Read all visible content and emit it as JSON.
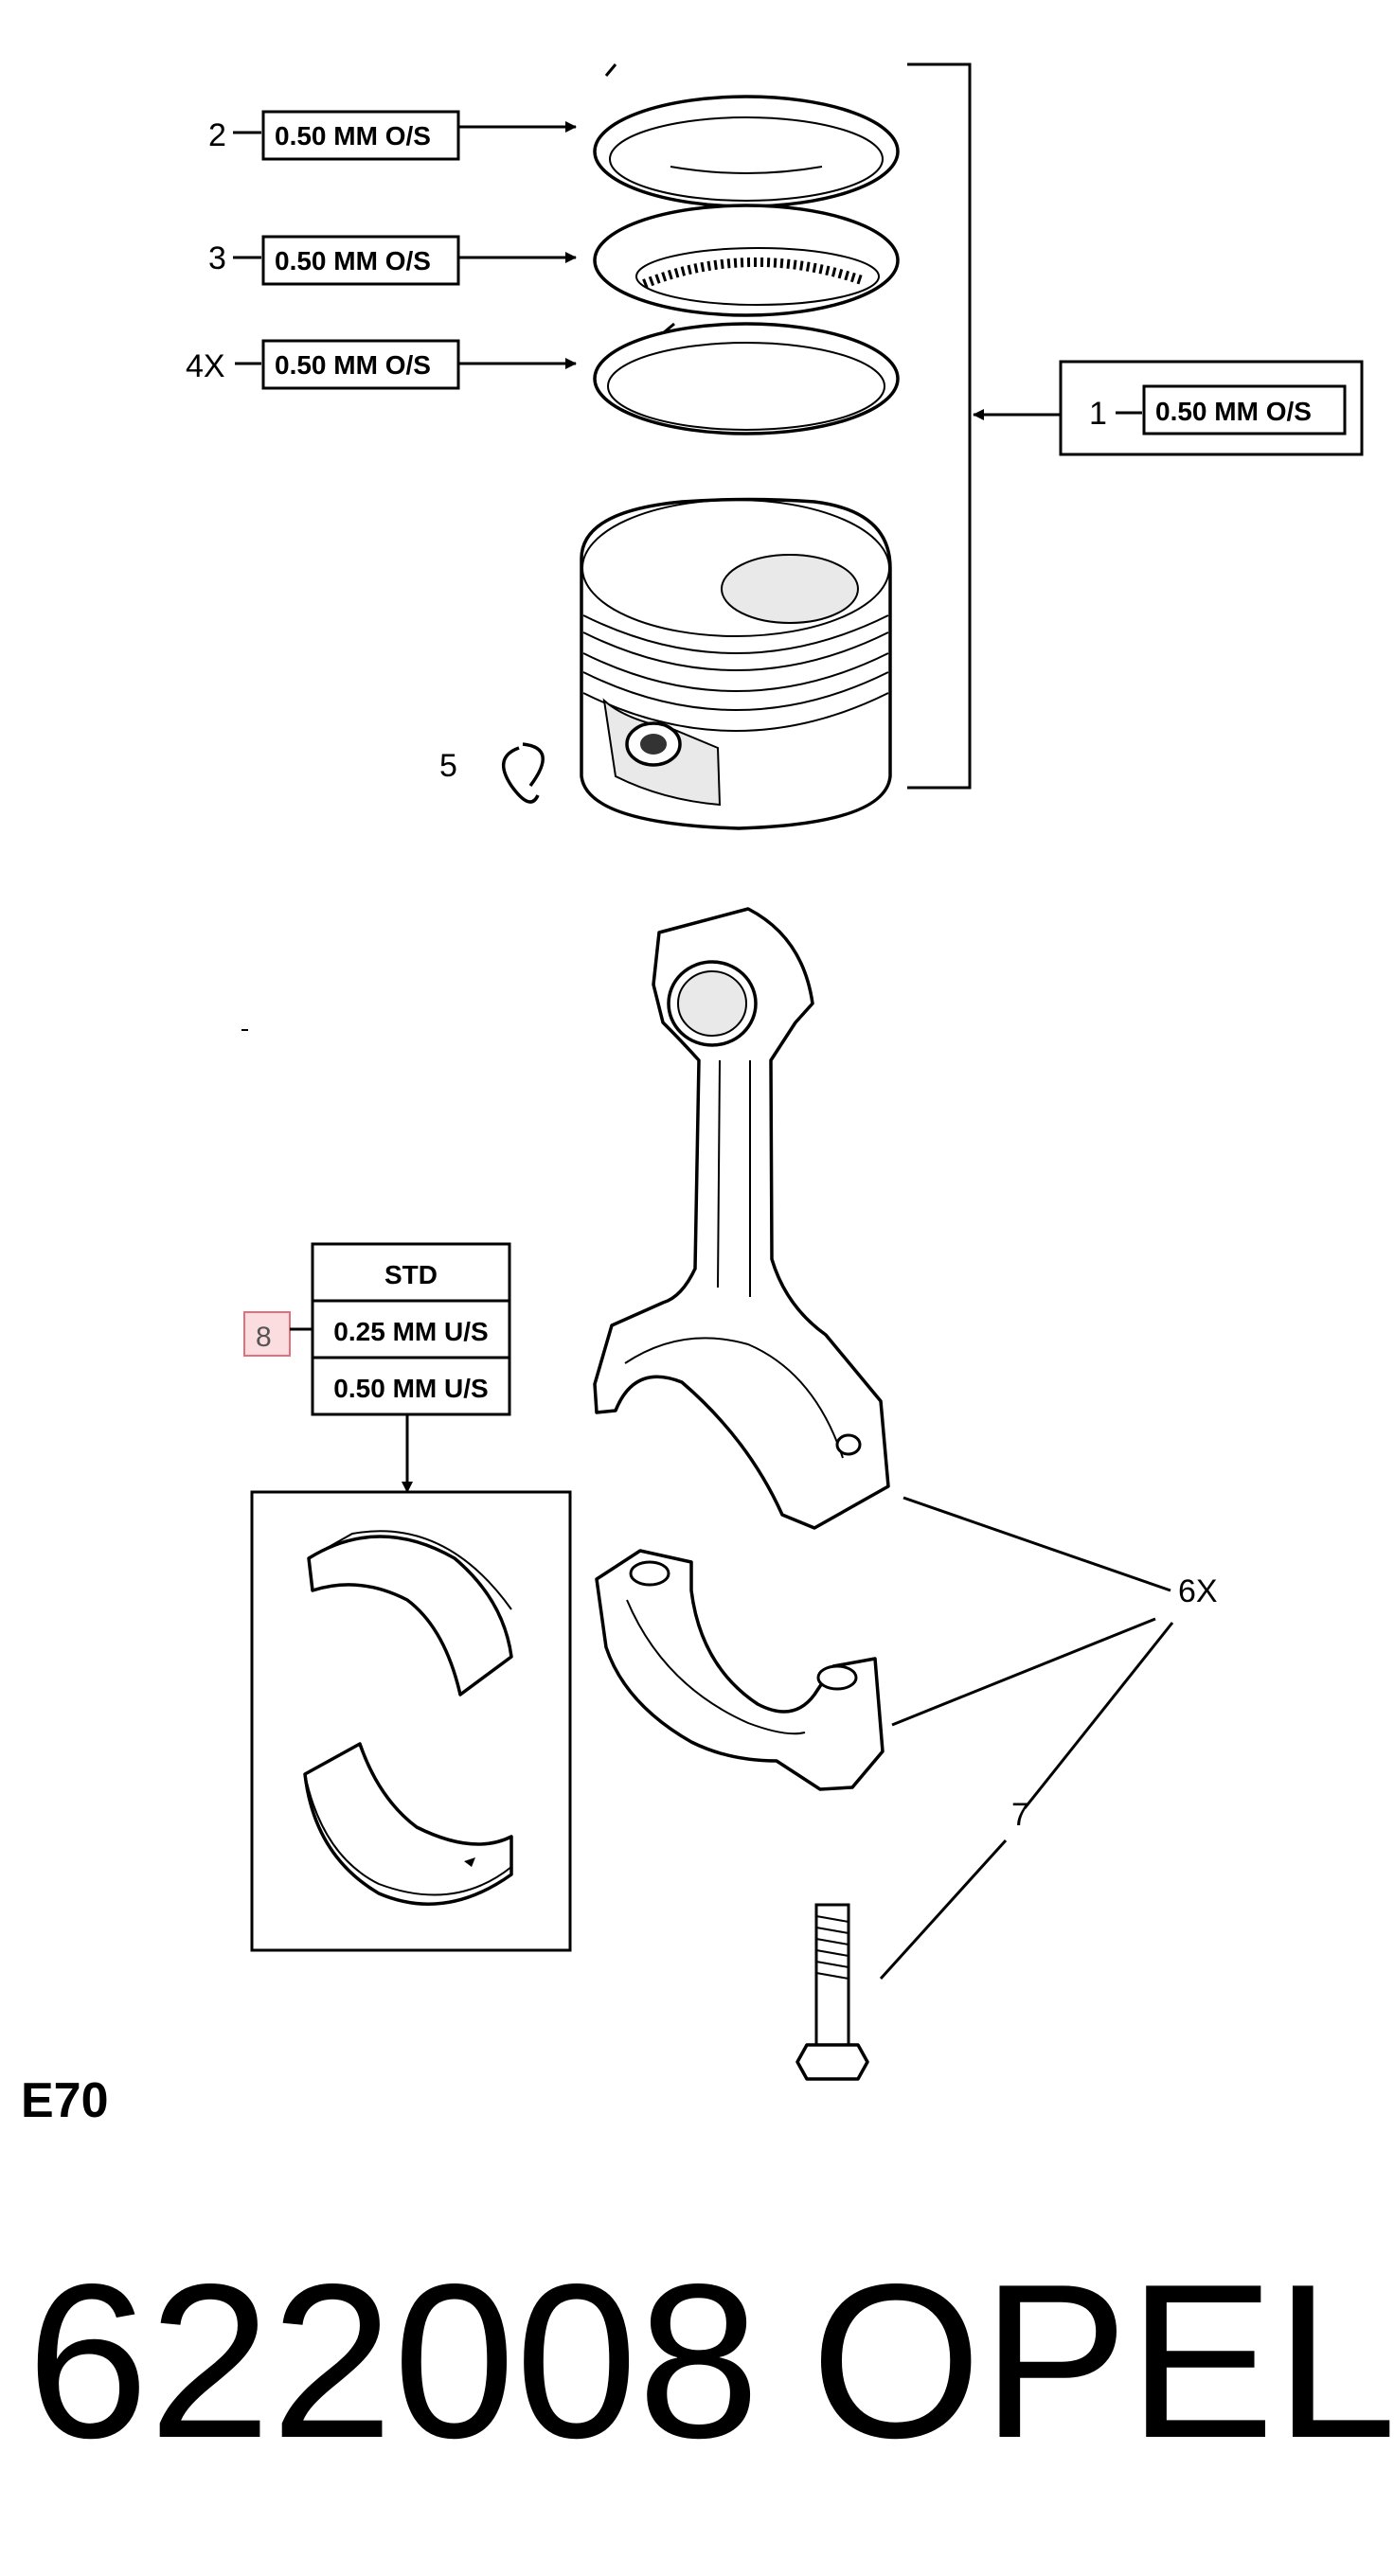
{
  "callouts": {
    "c1": {
      "num": "1",
      "spec": "0.50 MM O/S"
    },
    "c2": {
      "num": "2",
      "spec": "0.50 MM O/S"
    },
    "c3": {
      "num": "3",
      "spec": "0.50 MM O/S"
    },
    "c4": {
      "num": "4X",
      "spec": "0.50 MM O/S"
    },
    "c5": {
      "num": "5"
    },
    "c6": {
      "num": "6X"
    },
    "c7": {
      "num": "7"
    },
    "c8": {
      "num": "8"
    }
  },
  "bearing_table": [
    "STD",
    "0.25 MM U/S",
    "0.50 MM U/S"
  ],
  "section_code": "E70",
  "footer": {
    "part_number": "622008",
    "brand": "OPEL"
  }
}
